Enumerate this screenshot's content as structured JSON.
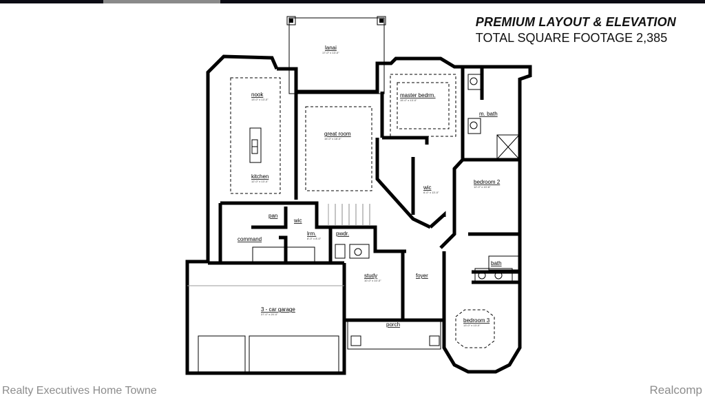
{
  "header": {
    "title": "PREMIUM LAYOUT & ELEVATION",
    "subtitle": "TOTAL SQUARE FOOTAGE 2,385"
  },
  "rooms": [
    {
      "label": "lanai",
      "dims": "17'-0\" x 13'-0\""
    },
    {
      "label": "nook",
      "dims": "13'-0\" x 13'-0\""
    },
    {
      "label": "great room",
      "dims": "15'-0\" x 18'-0\""
    },
    {
      "label": "kitchen",
      "dims": "12'-0\" x 13'-4\""
    },
    {
      "label": "master bedrm.",
      "dims": "15'-0\" x 13'-0\""
    },
    {
      "label": "m. bath",
      "dims": ""
    },
    {
      "label": "wic",
      "dims": "6'-0\" x 13'-0\""
    },
    {
      "label": "bedroom 2",
      "dims": "12'-0\" x 10'-6\""
    },
    {
      "label": "pan",
      "dims": ""
    },
    {
      "label": "wic",
      "dims": ""
    },
    {
      "label": "lrm.",
      "dims": "8'-0\" x 8'-0\""
    },
    {
      "label": "pwdr.",
      "dims": ""
    },
    {
      "label": "command",
      "dims": ""
    },
    {
      "label": "bath",
      "dims": ""
    },
    {
      "label": "study",
      "dims": "10'-0\" x 10'-0\""
    },
    {
      "label": "foyer",
      "dims": ""
    },
    {
      "label": "3 - car garage",
      "dims": "37'-0\" x 20'-0\""
    },
    {
      "label": "porch",
      "dims": ""
    },
    {
      "label": "bedroom 3",
      "dims": "13'-0\" x 13'-0\""
    }
  ],
  "footer": {
    "agent": "Realty Executives Home Towne",
    "source": "Realcomp"
  }
}
